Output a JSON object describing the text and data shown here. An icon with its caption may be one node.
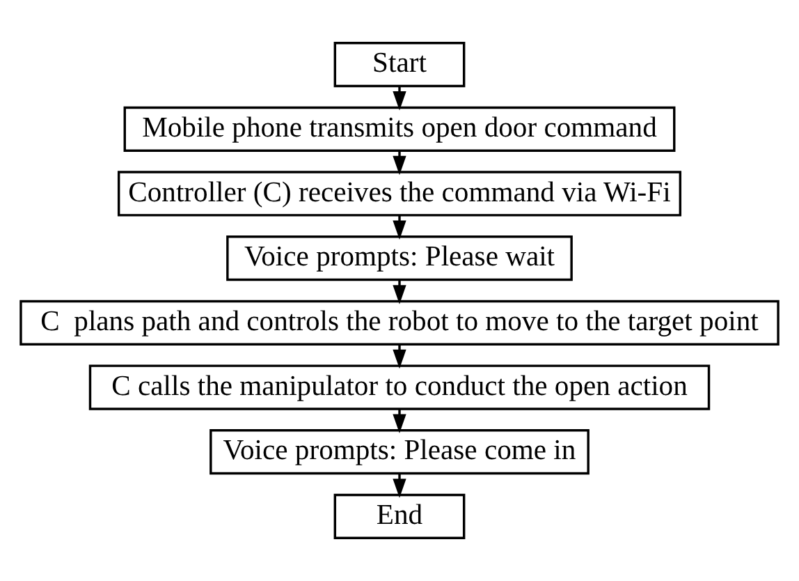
{
  "diagram": {
    "nodes": [
      {
        "text": [
          "Start"
        ]
      },
      {
        "text": [
          "Mobile phone transmits open door command"
        ]
      },
      {
        "text": [
          "Controller (C) receives the command via Wi-Fi"
        ]
      },
      {
        "text": [
          "Voice prompts: Please wait"
        ]
      },
      {
        "text": [
          "C  plans path and controls the robot to move to the target point"
        ]
      },
      {
        "text": [
          "C calls the manipulator to conduct the open action"
        ]
      },
      {
        "text": [
          "Voice prompts: Please come in"
        ]
      },
      {
        "text": [
          "End"
        ]
      }
    ],
    "edges": [
      {
        "from": 0,
        "to": 1,
        "arrow": "to"
      },
      {
        "from": 1,
        "to": 2,
        "arrow": "to"
      },
      {
        "from": 2,
        "to": 3,
        "arrow": "to"
      },
      {
        "from": 3,
        "to": 4,
        "arrow": "to"
      },
      {
        "from": 4,
        "to": 5,
        "arrow": "to"
      },
      {
        "from": 5,
        "to": 6,
        "arrow": "to"
      },
      {
        "from": 6,
        "to": 7,
        "arrow": "to"
      }
    ]
  }
}
